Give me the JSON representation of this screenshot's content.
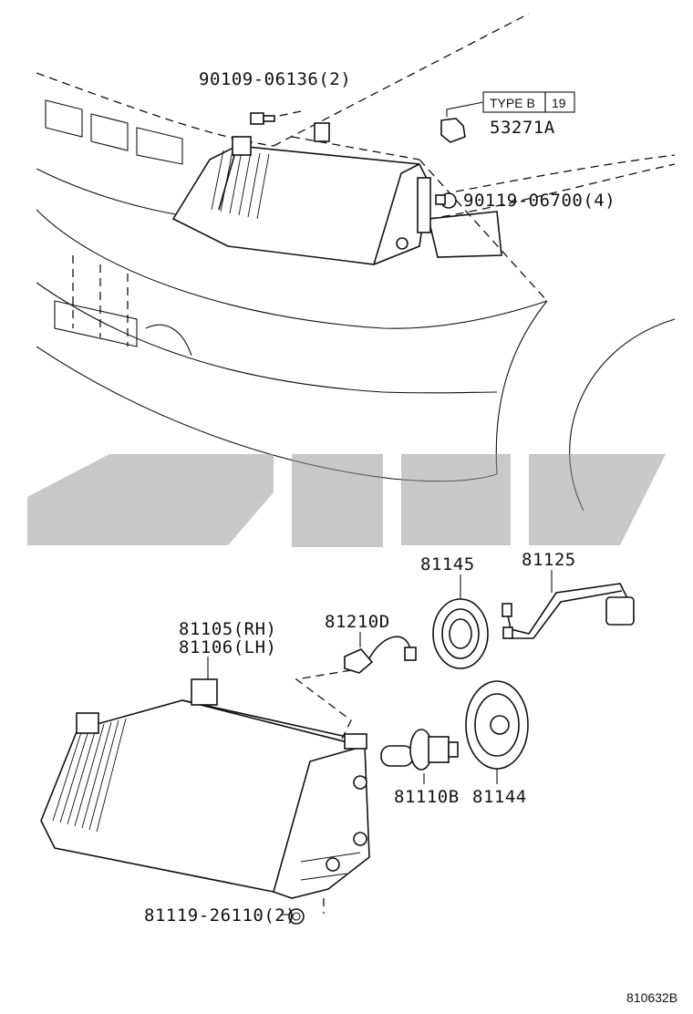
{
  "labels": {
    "bolt_upper": "90109-06136(2)",
    "type_box": "TYPE B",
    "type_num": "19",
    "clip": "53271A",
    "screw": "90119-06700(4)",
    "socket_cover": "81145",
    "wire": "81125",
    "bulb_small": "81210D",
    "lamp_rh": "81105(RH)",
    "lamp_lh": "81106(LH)",
    "bulb_main": "81110B",
    "cover_back": "81144",
    "nut": "81119-26110(2)",
    "drawing_no": "810632B"
  }
}
